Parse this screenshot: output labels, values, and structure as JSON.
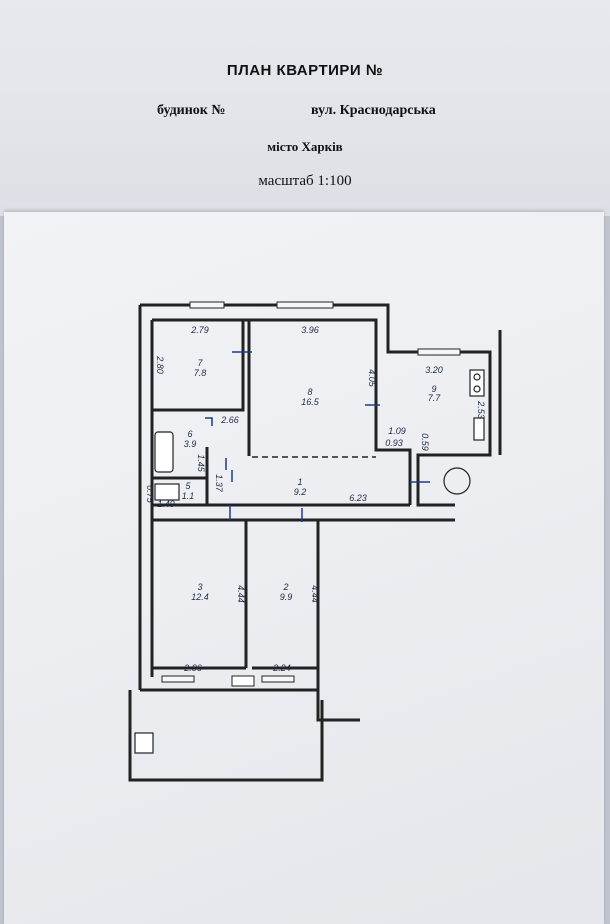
{
  "header": {
    "title": "ПЛАН КВАРТИРИ №",
    "house": "будинок №",
    "street": "вул. Краснодарська",
    "city": "місто Харків",
    "scale": "масштаб 1:100"
  },
  "rooms": [
    {
      "number": "7",
      "area": "7.8",
      "width": "2.79",
      "depth": "2.80"
    },
    {
      "number": "8",
      "area": "16.5",
      "width": "3.96",
      "depth": "4.05"
    },
    {
      "number": "9",
      "area": "7.7",
      "width": "3.20",
      "depth": "2.53"
    },
    {
      "number": "6",
      "area": "3.9",
      "width": "2.66",
      "depth": "1.45"
    },
    {
      "number": "5",
      "area": "1.1",
      "width": "1.49",
      "depth": "0.75"
    },
    {
      "number": "1",
      "area": "9.2",
      "width": "6.23",
      "depth": "1.37"
    },
    {
      "number": "3",
      "area": "12.4",
      "width": "2.86",
      "depth": "4.44"
    },
    {
      "number": "2",
      "area": "9.9",
      "width": "2.24",
      "depth": "4.44"
    }
  ],
  "extra_dims": [
    "1.09",
    "0.93",
    "0.59"
  ],
  "colors": {
    "ink": "#1e2a44",
    "wall": "#222222"
  }
}
